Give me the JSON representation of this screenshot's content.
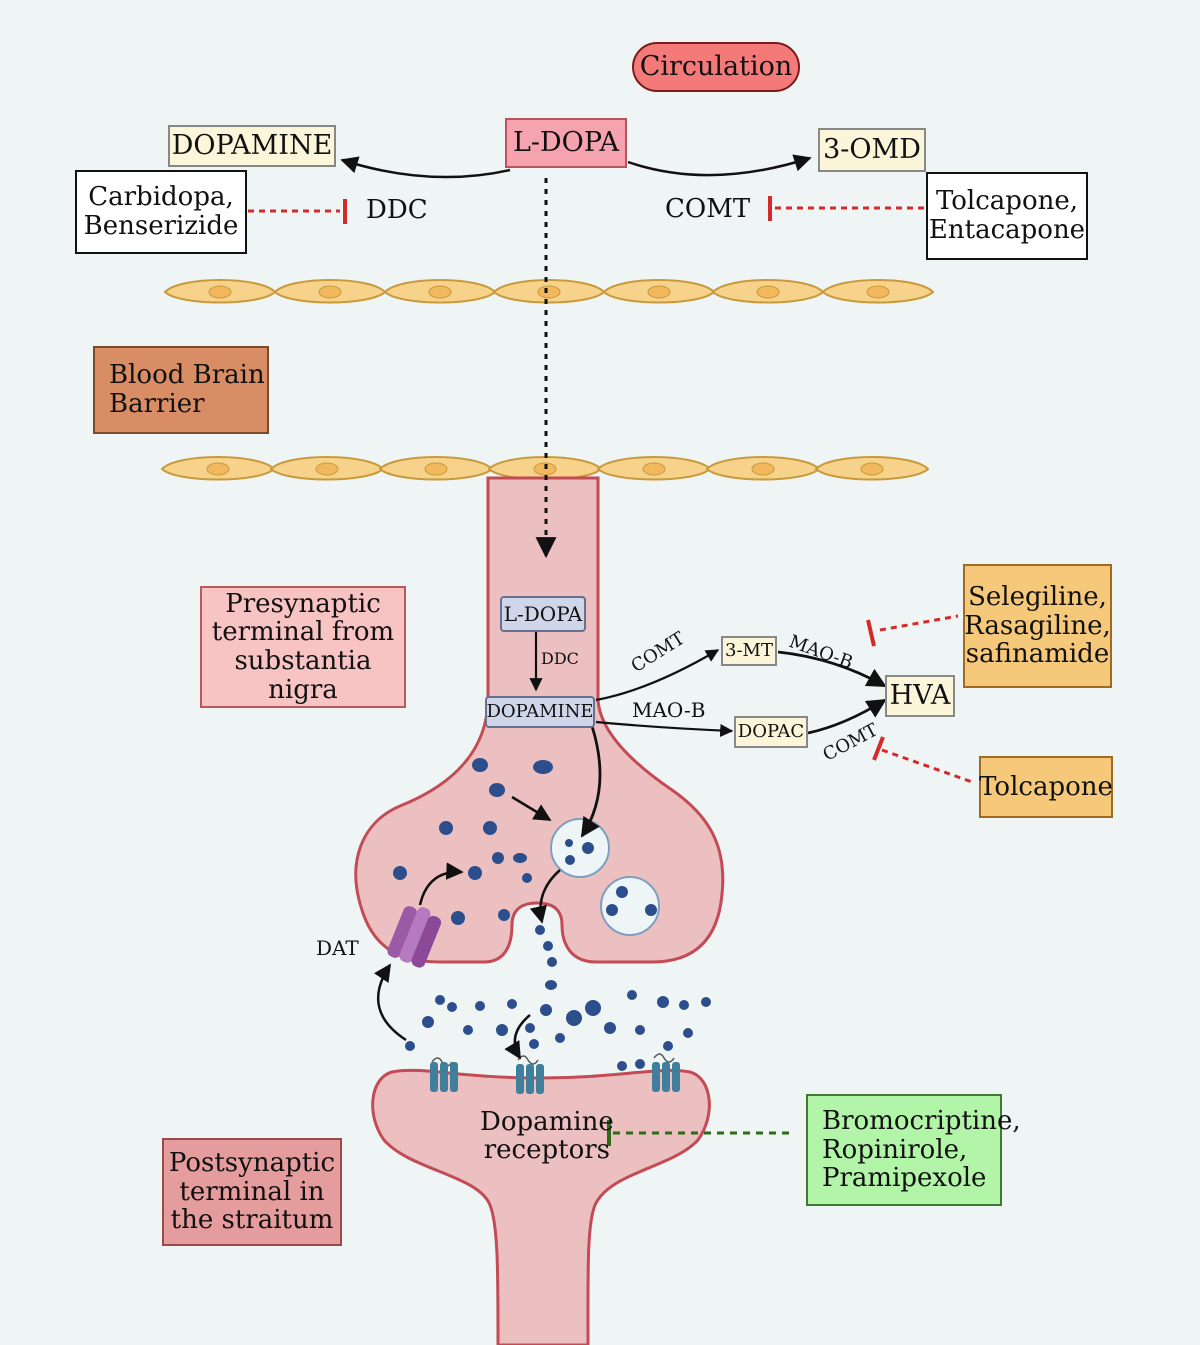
{
  "colors": {
    "circulation_fill": "#f47a7a",
    "ldopa_fill": "#f5a3ae",
    "metabolite_fill": "#fbf5da",
    "cell_fill": "#f6d28a",
    "bbb_fill": "#d88d64",
    "neuron_fill": "#ecbfc0",
    "neuron_stroke": "#c24b55",
    "dopamine_dot": "#2d4e8c",
    "inhibitor_red": "#d62a2a",
    "agonist_green": "#2e6b16",
    "orange_box": "#f6c97a",
    "green_box": "#b3f5a8",
    "pre_box": "#f8c3c3",
    "post_box": "#e59c9c",
    "neuron_box": "#cfd6ea",
    "dat_purple": "#9b5aa6",
    "receptor_teal": "#3f7f9b"
  },
  "circulation": {
    "label": "Circulation"
  },
  "periphery": {
    "ldopa": "L-DOPA",
    "dopamine": "DOPAMINE",
    "omd": "3-OMD",
    "ddc": "DDC",
    "comt": "COMT",
    "ddc_inhibitors": "Carbidopa,\nBenserizide",
    "comt_inhibitors": "Tolcapone,\nEntacapone"
  },
  "bbb": {
    "label": "Blood Brain\nBarrier"
  },
  "presynaptic": {
    "label": "Presynaptic\nterminal from\nsubstantia nigra",
    "ldopa": "L-DOPA",
    "ddc": "DDC",
    "dopamine": "DOPAMINE",
    "comt": "COMT",
    "mt3": "3-MT",
    "maob_top": "MAO-B",
    "maob_mid": "MAO-B",
    "dopac": "DOPAC",
    "comt_low": "COMT",
    "hva": "HVA",
    "maob_inhibitors": "Selegiline,\nRasagiline,\nsafinamide",
    "comt_inhibitor": "Tolcapone",
    "dat": "DAT"
  },
  "postsynaptic": {
    "label": "Postsynaptic\nterminal in\nthe straitum",
    "receptors": "Dopamine\nreceptors",
    "agonists": "Bromocriptine,\nRopinirole,\nPramipexole"
  }
}
